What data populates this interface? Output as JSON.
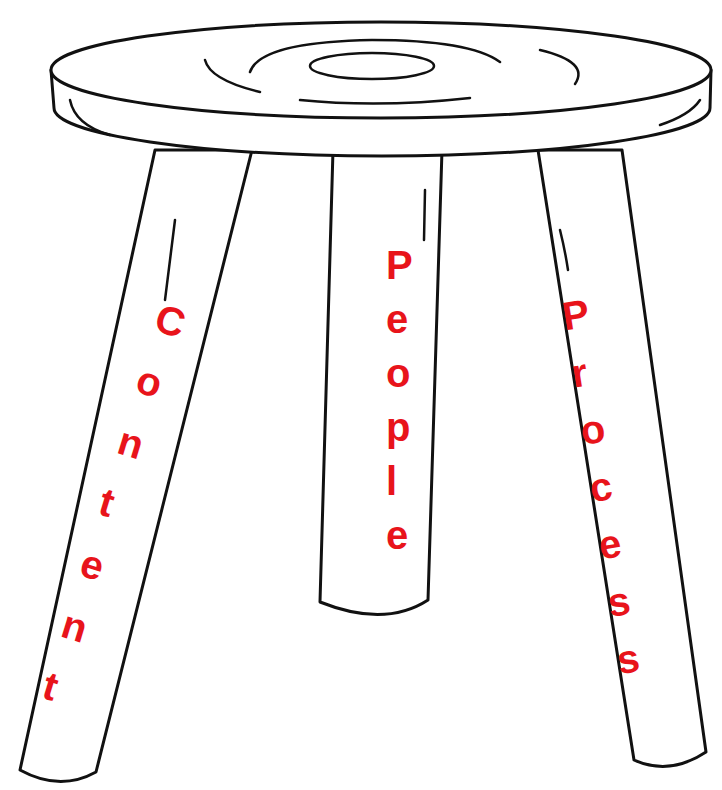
{
  "diagram": {
    "labels": [
      "Content",
      "People",
      "Process"
    ]
  }
}
